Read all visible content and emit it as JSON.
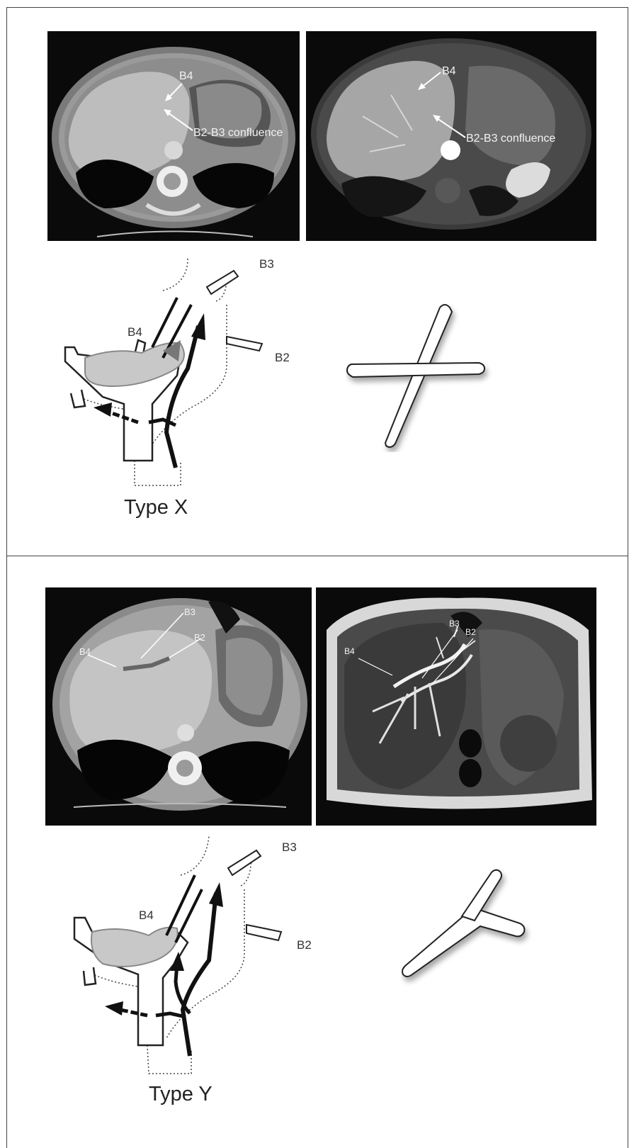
{
  "type_x": {
    "ct": {
      "b4_label": "B4",
      "confluence_label": "B2-B3 confluence"
    },
    "mr": {
      "b4_label": "B4",
      "confluence_label": "B2-B3 confluence"
    },
    "diagram": {
      "b3_label": "B3",
      "b4_label": "B4",
      "b2_label": "B2"
    },
    "caption": "Type X"
  },
  "type_y": {
    "ct": {
      "b3_label": "B3",
      "b4_label": "B4",
      "b2_label": "B2"
    },
    "mr": {
      "b3_label": "B3",
      "b4_label": "B4",
      "b2_label": "B2"
    },
    "diagram": {
      "b3_label": "B3",
      "b4_label": "B4",
      "b2_label": "B2"
    },
    "caption": "Type Y"
  }
}
